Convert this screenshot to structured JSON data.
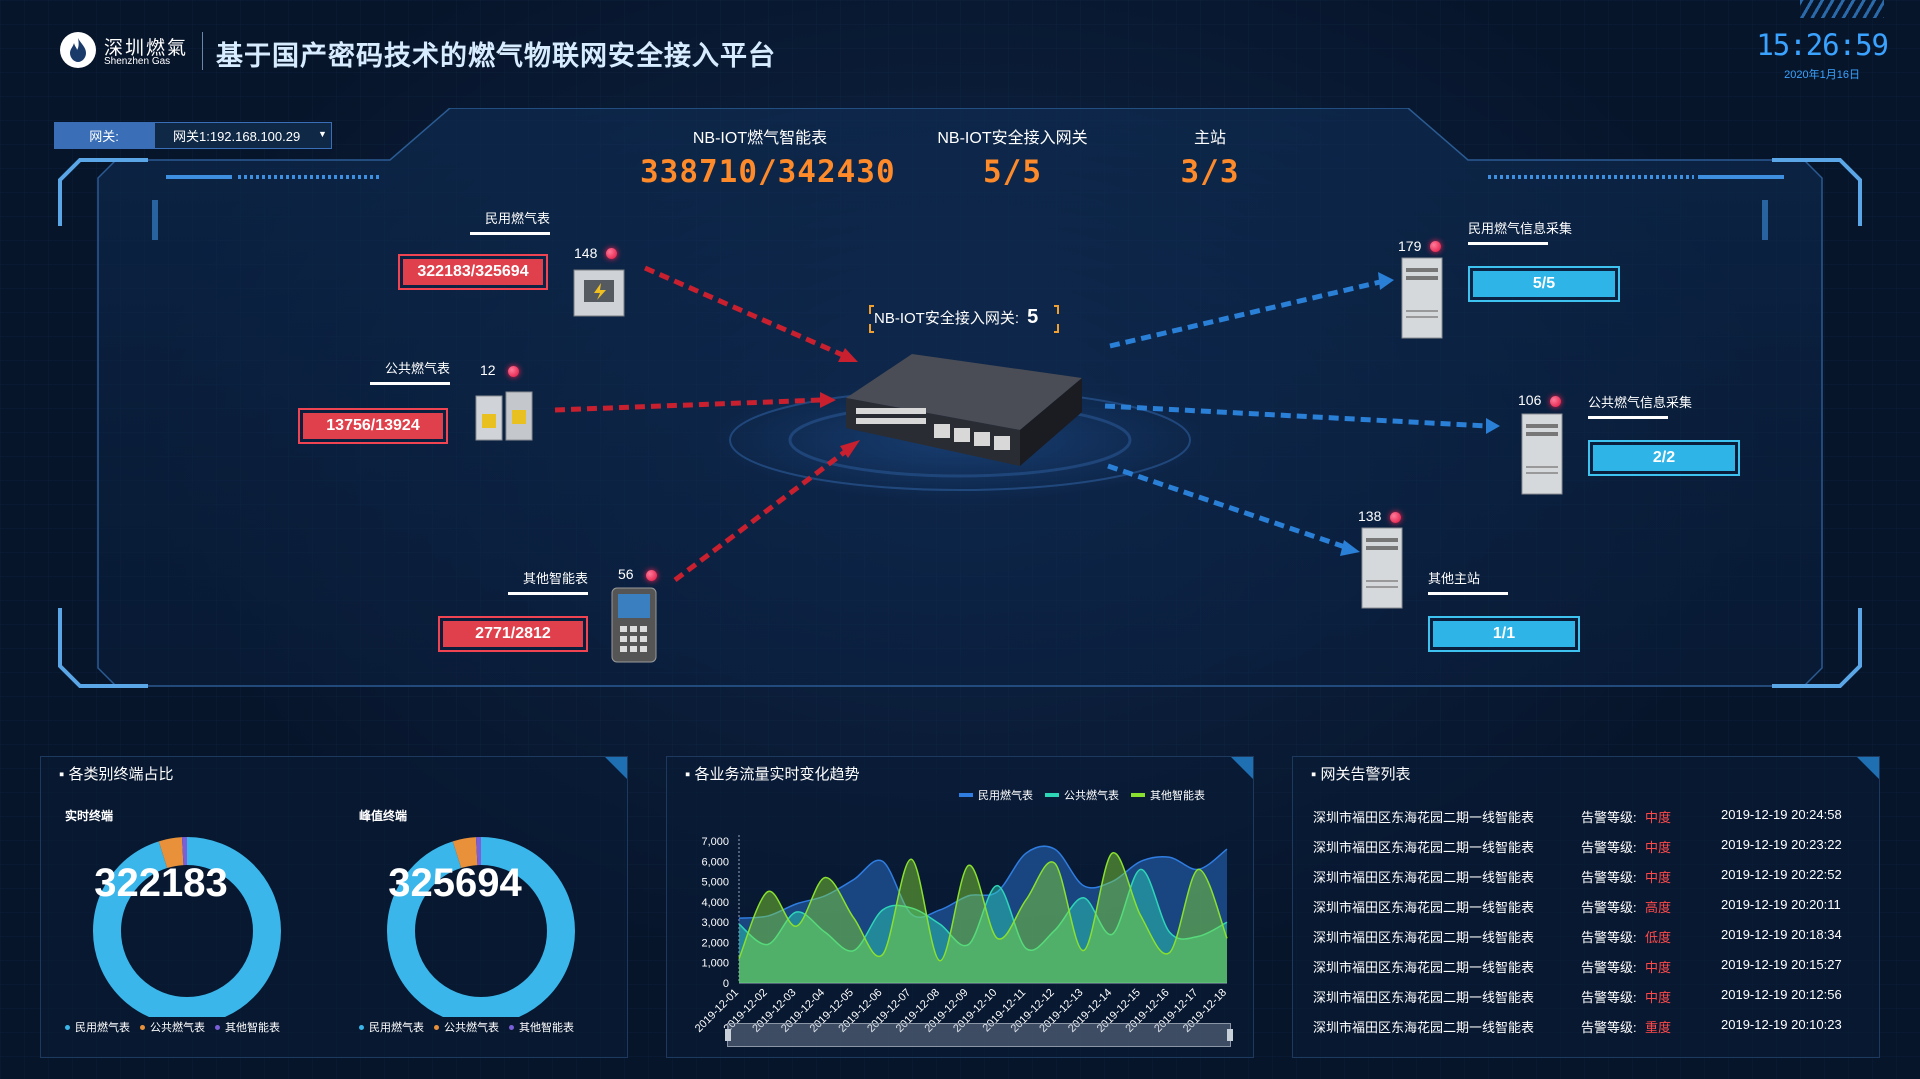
{
  "header": {
    "logo_cn": "深圳燃氣",
    "logo_en": "Shenzhen Gas",
    "title": "基于国产密码技术的燃气物联网安全接入平台",
    "time": "15:26:59",
    "date": "2020年1月16日"
  },
  "gateway": {
    "label": "网关:",
    "selected": "网关1:192.168.100.29"
  },
  "stats": [
    {
      "label": "NB-IOT燃气智能表",
      "value": "338710/342430"
    },
    {
      "label": "NB-IOT安全接入网关",
      "value": "5/5"
    },
    {
      "label": "主站",
      "value": "3/3"
    }
  ],
  "center": {
    "label": "NB-IOT安全接入网关:",
    "value": "5"
  },
  "left_devices": [
    {
      "name": "民用燃气表",
      "count": "148",
      "value": "322183/325694"
    },
    {
      "name": "公共燃气表",
      "count": "12",
      "value": "13756/13924"
    },
    {
      "name": "其他智能表",
      "count": "56",
      "value": "2771/2812"
    }
  ],
  "right_devices": [
    {
      "name": "民用燃气信息采集",
      "count": "179",
      "value": "5/5"
    },
    {
      "name": "公共燃气信息采集",
      "count": "106",
      "value": "2/2"
    },
    {
      "name": "其他主站",
      "count": "138",
      "value": "1/1"
    }
  ],
  "panel1": {
    "title": "各类别终端占比",
    "realtime": {
      "label": "实时终端",
      "value": "322183"
    },
    "peak": {
      "label": "峰值终端",
      "value": "325694"
    },
    "legend": [
      "民用燃气表",
      "公共燃气表",
      "其他智能表"
    ],
    "donut_shares": [
      0.951,
      0.04,
      0.009
    ]
  },
  "panel2": {
    "title": "各业务流量实时变化趋势",
    "legend": [
      "民用燃气表",
      "公共燃气表",
      "其他智能表"
    ]
  },
  "chart_data": {
    "type": "area",
    "categories": [
      "2019-12-01",
      "2019-12-02",
      "2019-12-03",
      "2019-12-04",
      "2019-12-05",
      "2019-12-06",
      "2019-12-07",
      "2019-12-08",
      "2019-12-09",
      "2019-12-10",
      "2019-12-11",
      "2019-12-12",
      "2019-12-13",
      "2019-12-14",
      "2019-12-15",
      "2019-12-16",
      "2019-12-17",
      "2019-12-18"
    ],
    "y_ticks": [
      "0",
      "1,000",
      "2,000",
      "3,000",
      "4,000",
      "5,000",
      "6,000",
      "7,000"
    ],
    "ylim": [
      0,
      7000
    ],
    "series": [
      {
        "name": "民用燃气表",
        "color": "#2f7de0",
        "values": [
          3200,
          3300,
          3900,
          4300,
          5100,
          6000,
          3400,
          3600,
          4300,
          4500,
          6400,
          6600,
          4800,
          5000,
          6000,
          6200,
          5600,
          6600
        ]
      },
      {
        "name": "公共燃气表",
        "color": "#2ed6b8",
        "values": [
          2900,
          1900,
          3500,
          2500,
          1600,
          3600,
          3700,
          2900,
          1900,
          4800,
          1700,
          2600,
          4200,
          2400,
          5600,
          2500,
          2300,
          3000
        ]
      },
      {
        "name": "其他智能表",
        "color": "#8ae02e",
        "values": [
          1200,
          4500,
          2800,
          5200,
          3200,
          1400,
          6100,
          1100,
          5800,
          2200,
          4100,
          5900,
          1600,
          6400,
          3300,
          1500,
          5600,
          2200
        ]
      }
    ]
  },
  "panel3": {
    "title": "网关告警列表",
    "rows": [
      {
        "location": "深圳市福田区东海花园二期一线智能表",
        "level_label": "告警等级:",
        "level": "中度",
        "time": "2019-12-19 20:24:58"
      },
      {
        "location": "深圳市福田区东海花园二期一线智能表",
        "level_label": "告警等级:",
        "level": "中度",
        "time": "2019-12-19 20:23:22"
      },
      {
        "location": "深圳市福田区东海花园二期一线智能表",
        "level_label": "告警等级:",
        "level": "中度",
        "time": "2019-12-19 20:22:52"
      },
      {
        "location": "深圳市福田区东海花园二期一线智能表",
        "level_label": "告警等级:",
        "level": "高度",
        "time": "2019-12-19 20:20:11"
      },
      {
        "location": "深圳市福田区东海花园二期一线智能表",
        "level_label": "告警等级:",
        "level": "低度",
        "time": "2019-12-19 20:18:34"
      },
      {
        "location": "深圳市福田区东海花园二期一线智能表",
        "level_label": "告警等级:",
        "level": "中度",
        "time": "2019-12-19 20:15:27"
      },
      {
        "location": "深圳市福田区东海花园二期一线智能表",
        "level_label": "告警等级:",
        "level": "中度",
        "time": "2019-12-19 20:12:56"
      },
      {
        "location": "深圳市福田区东海花园二期一线智能表",
        "level_label": "告警等级:",
        "level": "重度",
        "time": "2019-12-19 20:10:23"
      }
    ]
  },
  "colors": {
    "accent_blue": "#2fb4e8",
    "alert_red": "#e0404c",
    "stat_orange": "#ff8a2a",
    "alarm_level": "#ff4a4a",
    "donut_main": "#3ab6ea",
    "donut_second": "#e8913a",
    "donut_third": "#7a5fd8"
  }
}
